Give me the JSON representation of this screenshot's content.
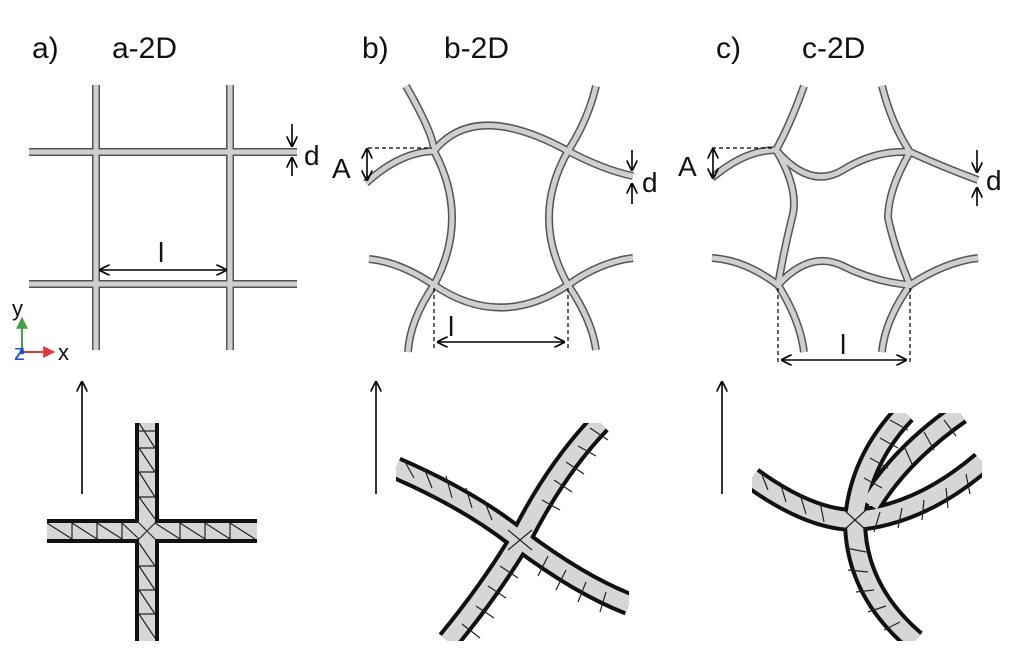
{
  "panels": [
    {
      "tag": "a)",
      "name": "a-2D",
      "dims": {
        "d": "d",
        "l": "l"
      }
    },
    {
      "tag": "b)",
      "name": "b-2D",
      "dims": {
        "A": "A",
        "d": "d",
        "l": "l"
      }
    },
    {
      "tag": "c)",
      "name": "c-2D",
      "dims": {
        "A": "A",
        "d": "d",
        "l": "l"
      }
    }
  ],
  "axes": {
    "x": "x",
    "y": "y",
    "z": "z"
  },
  "colors": {
    "strut_fill": "#cfcfcf",
    "strut_edge": "#555555",
    "mesh_edge": "#111111",
    "axis_x": "#e53935",
    "axis_y": "#43a047",
    "axis_z": "#1e4fd8"
  }
}
